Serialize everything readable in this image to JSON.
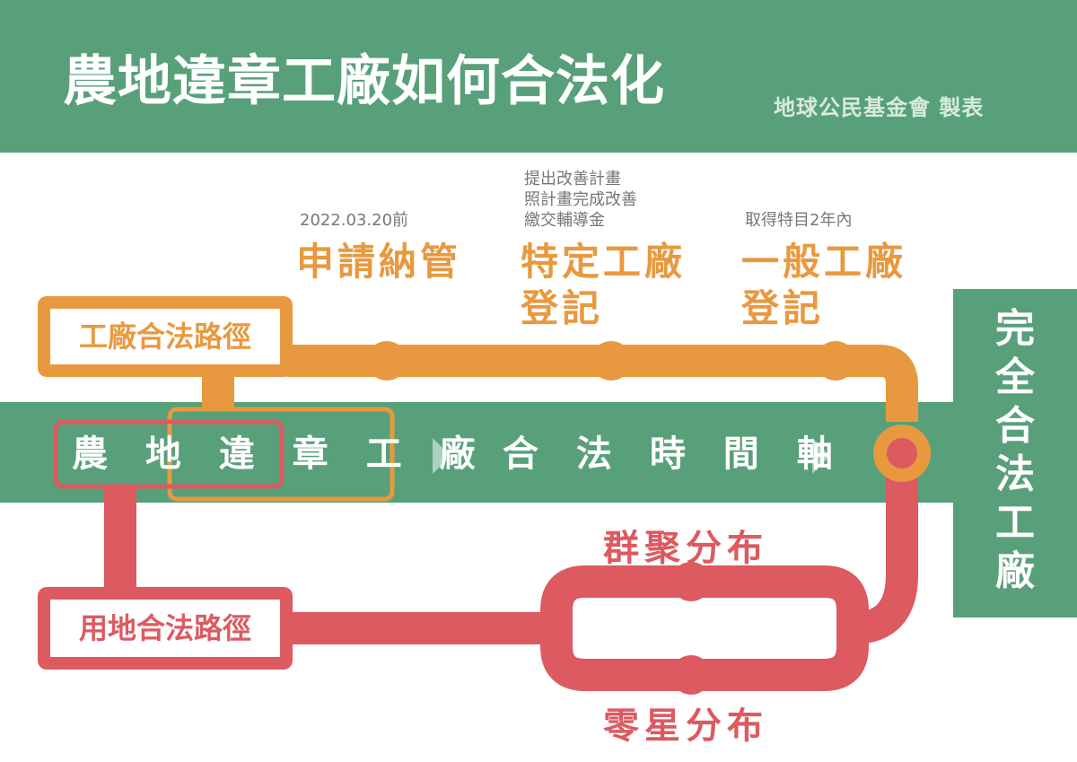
{
  "header": {
    "title": "農地違章工廠如何合法化",
    "credit": "地球公民基金會 製表"
  },
  "timeline": {
    "segment_left": "農 地 違 章 工 廠",
    "segment_mid": "合 法 時 間 軸",
    "arrows": [
      "›",
      "›"
    ]
  },
  "factory_path": {
    "label": "工廠合法路徑",
    "stages": [
      {
        "note": [
          "2022.03.20前"
        ],
        "title": [
          "申請納管"
        ]
      },
      {
        "note": [
          "提出改善計畫",
          "照計畫完成改善",
          "繳交輔導金"
        ],
        "title": [
          "特定工廠",
          "登記"
        ]
      },
      {
        "note": [
          "取得特目2年內"
        ],
        "title": [
          "一般工廠",
          "登記"
        ]
      }
    ]
  },
  "land_path": {
    "label": "用地合法路徑",
    "branches": [
      "群聚分布",
      "零星分布"
    ]
  },
  "destination": {
    "chars": [
      "完",
      "全",
      "合",
      "法",
      "工",
      "廠"
    ]
  },
  "colors": {
    "green": "#58a07a",
    "orange": "#e8993f",
    "red": "#dc5a60"
  }
}
